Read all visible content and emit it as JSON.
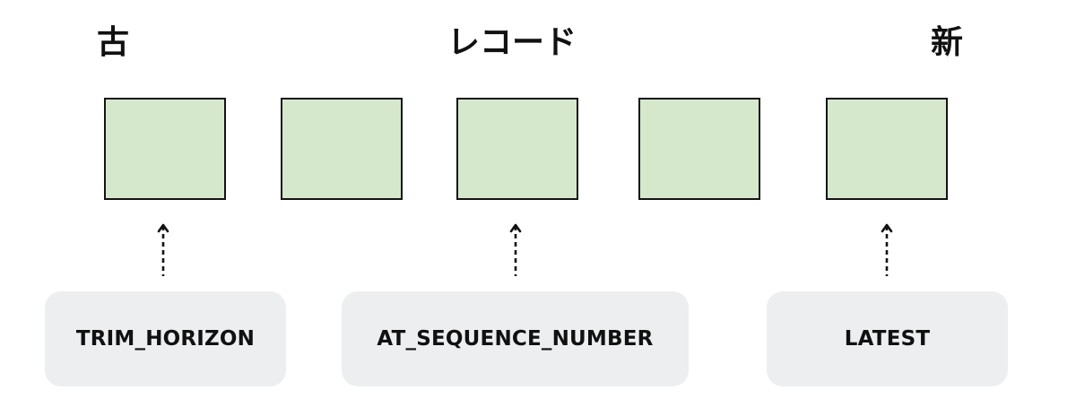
{
  "headings": {
    "old": "古",
    "records": "レコード",
    "new": "新"
  },
  "records": [
    {
      "id": 1,
      "color": "#d5e8cc"
    },
    {
      "id": 2,
      "color": "#d5e8cc"
    },
    {
      "id": 3,
      "color": "#d5e8cc"
    },
    {
      "id": 4,
      "color": "#d5e8cc"
    },
    {
      "id": 5,
      "color": "#d5e8cc"
    }
  ],
  "iterator_positions": [
    {
      "label": "TRIM_HORIZON",
      "points_to_record": 1
    },
    {
      "label": "AT_SEQUENCE_NUMBER",
      "points_to_record": 3
    },
    {
      "label": "LATEST",
      "points_to_record": 5
    }
  ],
  "colors": {
    "record_fill": "#d5e8cc",
    "record_border": "#141414",
    "label_box_fill": "#eceef0",
    "text": "#111111"
  }
}
